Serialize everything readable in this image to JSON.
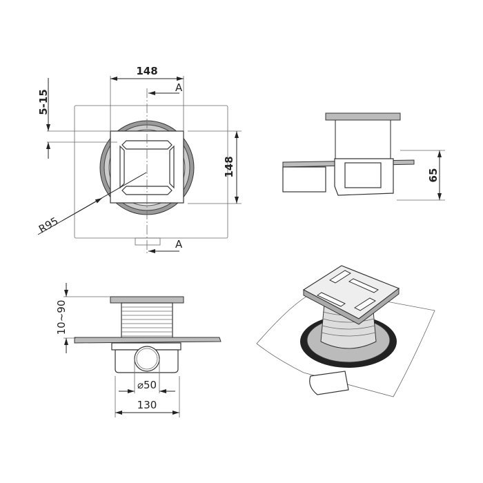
{
  "top_view": {
    "width_label": "148",
    "height_label": "148",
    "frame_label": "5-15",
    "radius_label": "R95",
    "section_top_label": "A",
    "section_bottom_label": "A"
  },
  "section_view": {
    "height_label": "65"
  },
  "side_view": {
    "height_range_label": "10~90",
    "pipe_diameter_label": "⌀50",
    "body_width_label": "130"
  }
}
